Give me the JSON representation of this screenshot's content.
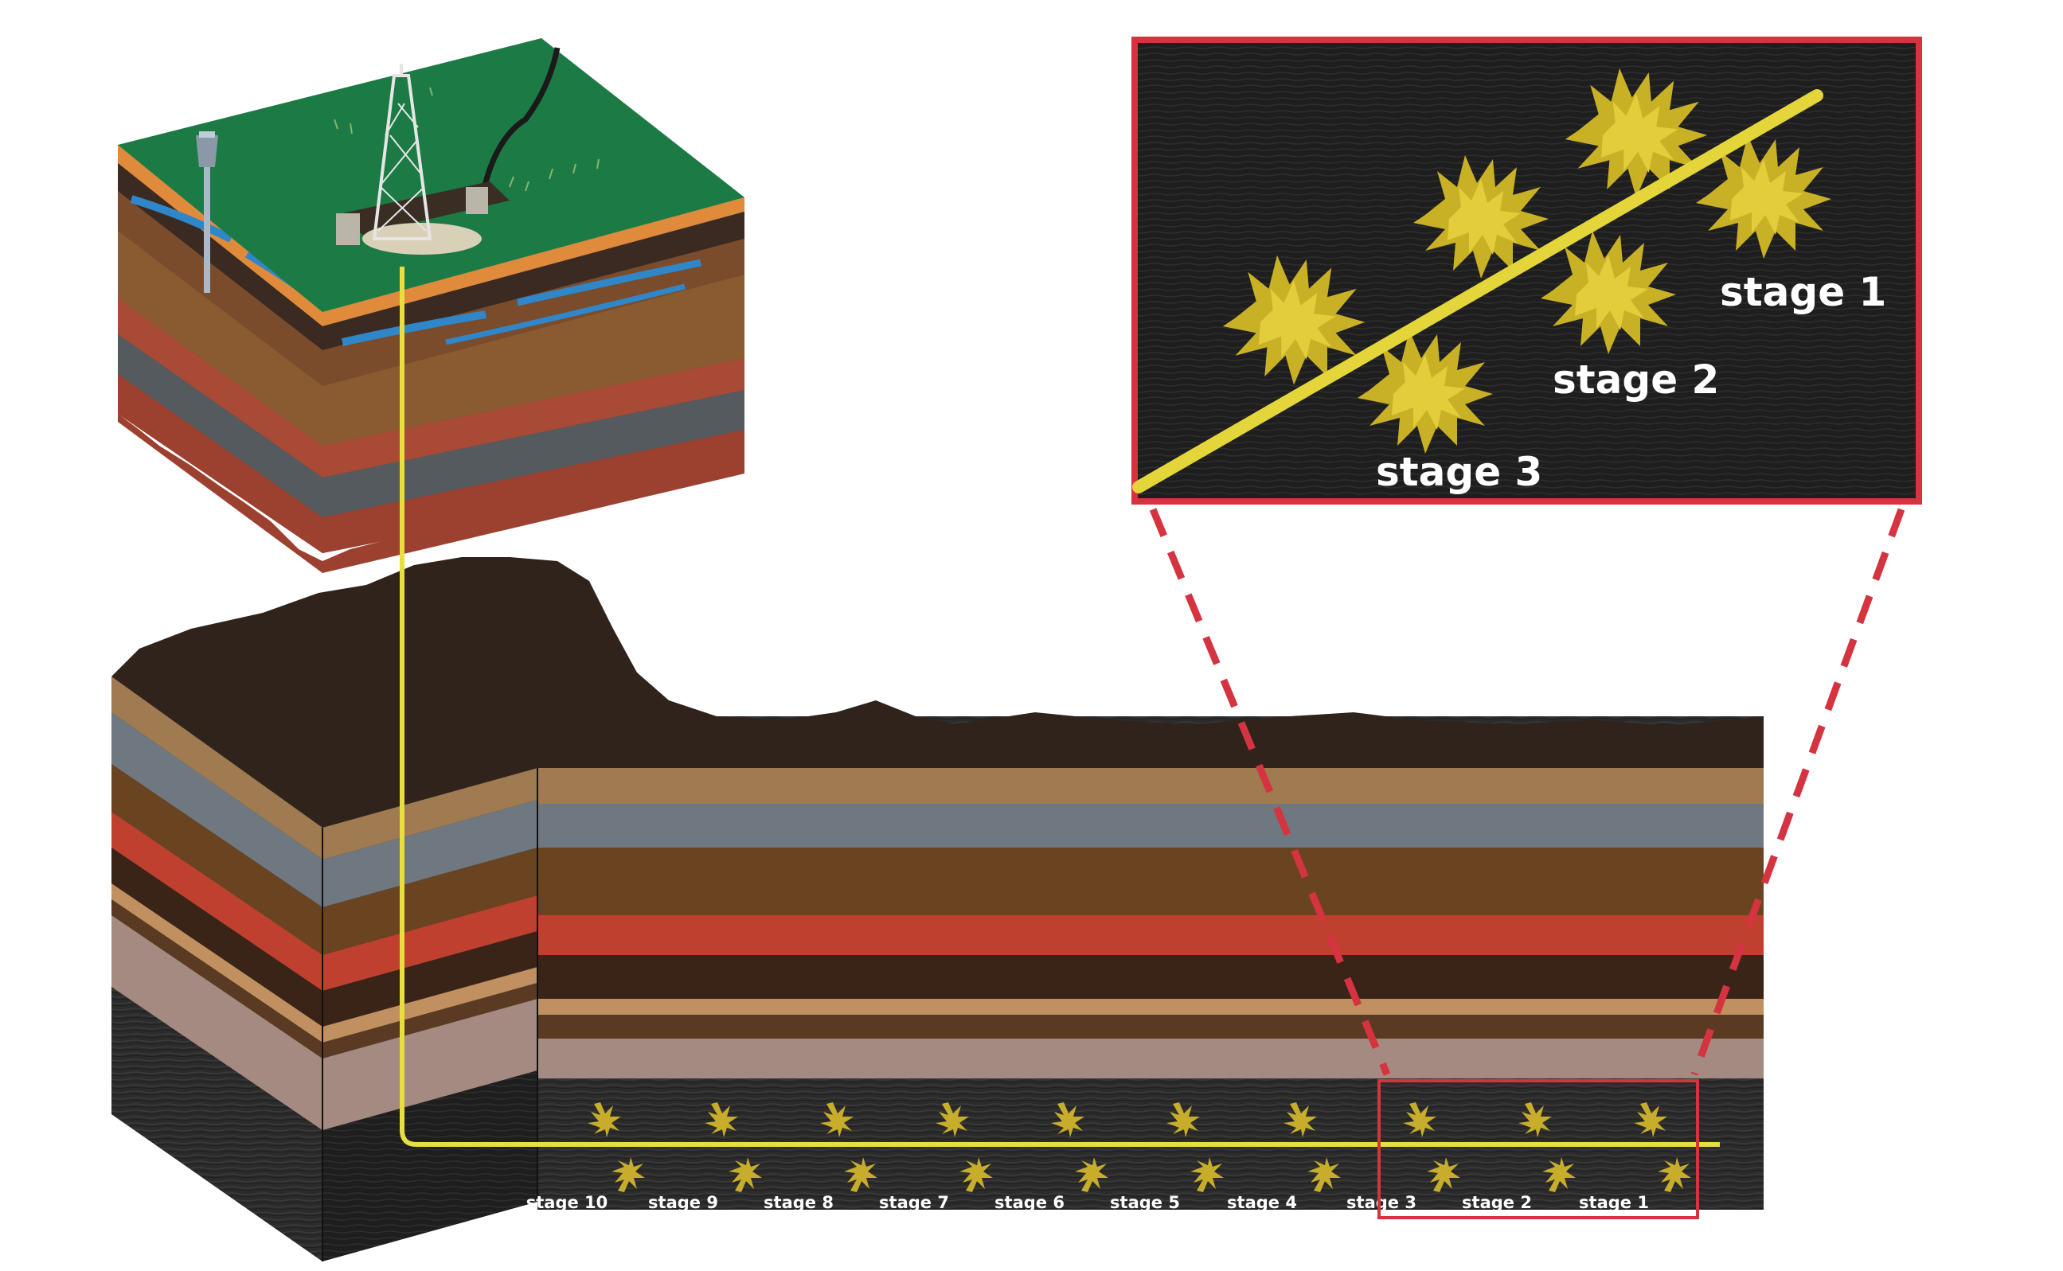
{
  "colors": {
    "pipe": "#e9de3f",
    "frac": "#cdb62e",
    "highlight": "#d5333f",
    "shale": "#2b2b2b",
    "soil": "#2f231b",
    "grass": "#1c7a44"
  },
  "stages_bottom": [
    "stage 10",
    "stage 9",
    "stage 8",
    "stage 7",
    "stage 6",
    "stage 5",
    "stage 4",
    "stage 3",
    "stage 2",
    "stage 1"
  ],
  "inset": {
    "stage_1": "stage 1",
    "stage_2": "stage 2",
    "stage_3": "stage 3"
  }
}
